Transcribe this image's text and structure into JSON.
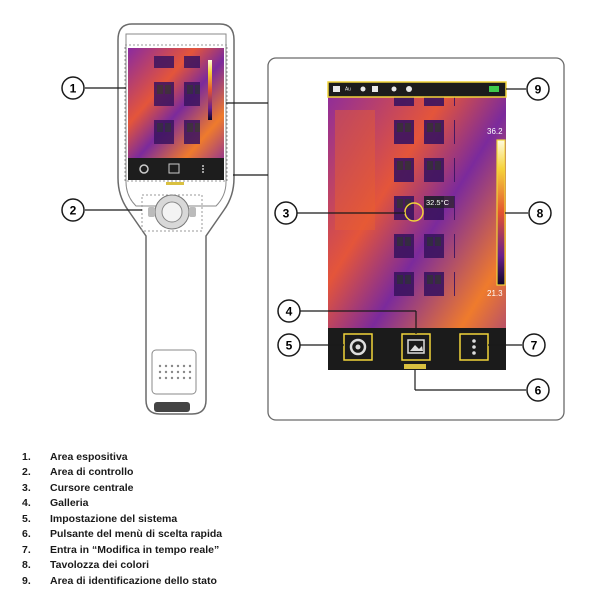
{
  "device_screen": {
    "cursor_temp": "32.5°C",
    "scale_max": "36.2",
    "scale_min": "21.3"
  },
  "callouts": [
    "1",
    "2",
    "3",
    "4",
    "5",
    "6",
    "7",
    "8",
    "9"
  ],
  "legend": [
    {
      "num": "1.",
      "text": "Area espositiva"
    },
    {
      "num": "2.",
      "text": "Area di controllo"
    },
    {
      "num": "3.",
      "text": "Cursore centrale"
    },
    {
      "num": "4.",
      "text": "Galleria"
    },
    {
      "num": "5.",
      "text": "Impostazione del sistema"
    },
    {
      "num": "6.",
      "text": "Pulsante del menù di scelta rapida"
    },
    {
      "num": "7.",
      "text": "Entra in “Modifica in tempo reale”"
    },
    {
      "num": "8.",
      "text": "Tavolozza dei colori"
    },
    {
      "num": "9.",
      "text": "Area di identificazione dello stato"
    }
  ],
  "colors": {
    "accent_yellow": "#f1d43a",
    "thermal_purple": "#7a2a9a",
    "thermal_orange": "#f0702a",
    "device_outline": "#6a6a6a"
  }
}
